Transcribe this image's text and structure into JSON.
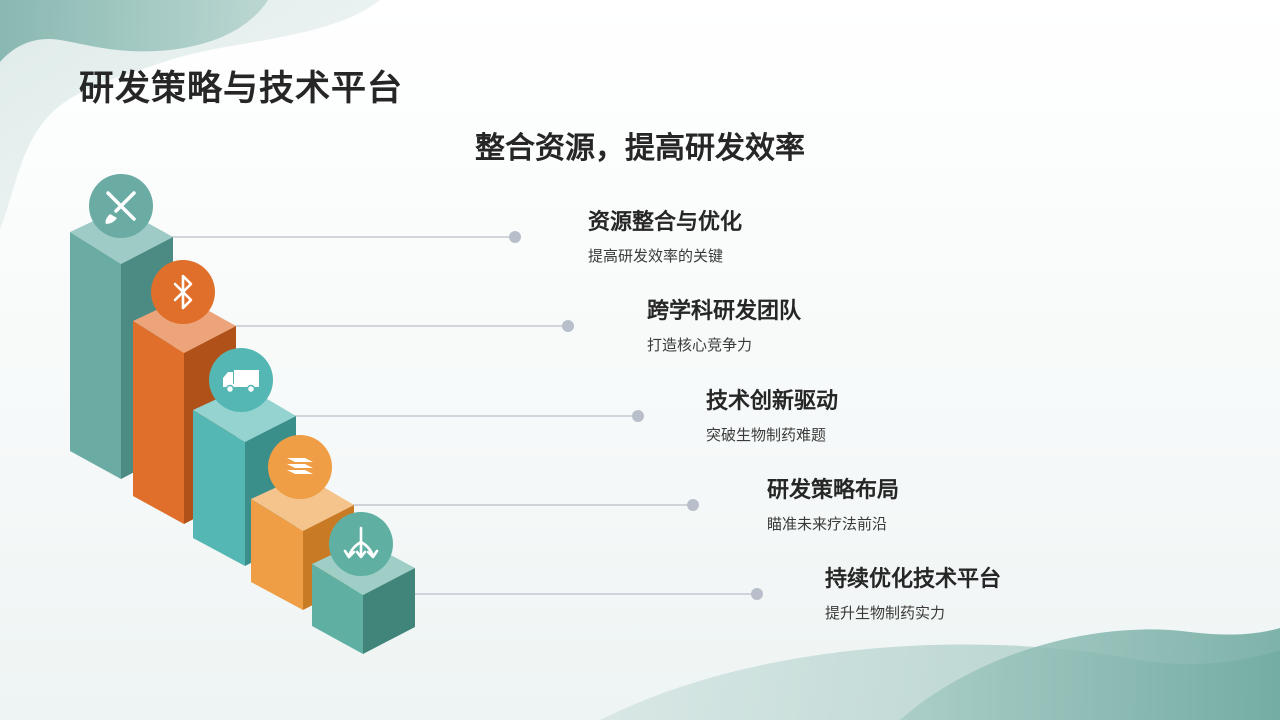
{
  "slide": {
    "title": "研发策略与技术平台",
    "subtitle": "整合资源，提高研发效率"
  },
  "colors": {
    "teal_dark": "#6aaba3",
    "orange": "#df6f2b",
    "teal_bright": "#55b7b3",
    "orange_light": "#ef9e45",
    "teal_green": "#5fb0a2",
    "connector": "#b9bfca",
    "text": "#262626"
  },
  "steps": [
    {
      "title": "资源整合与优化",
      "desc": "提高研发效率的关键",
      "icon": "paintbrush-ruler-icon"
    },
    {
      "title": "跨学科研发团队",
      "desc": "打造核心竞争力",
      "icon": "bluetooth-icon"
    },
    {
      "title": "技术创新驱动",
      "desc": "突破生物制药难题",
      "icon": "truck-icon"
    },
    {
      "title": "研发策略布局",
      "desc": "瞄准未来疗法前沿",
      "icon": "layers-icon"
    },
    {
      "title": "持续优化技术平台",
      "desc": "提升生物制药实力",
      "icon": "branch-arrows-icon"
    }
  ]
}
